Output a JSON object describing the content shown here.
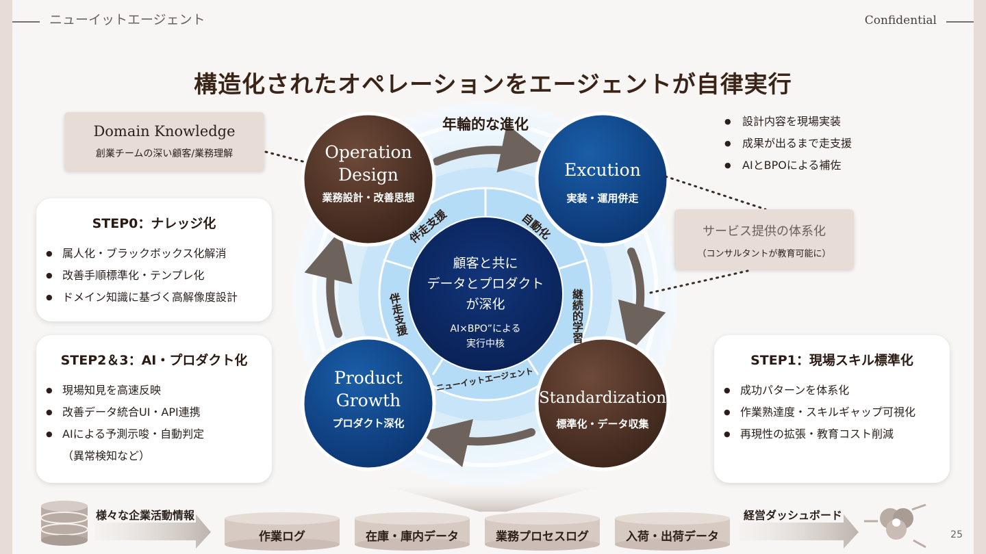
{
  "header": {
    "company": "ニューイットエージェント",
    "confidential": "Confidential"
  },
  "title": "構造化されたオペレーションをエージェントが自律実行",
  "cycle_label": "年輪的な進化",
  "domain_knowledge": {
    "title": "Domain Knowledge",
    "subtitle": "創業チームの深い顧客/業務理解"
  },
  "service": {
    "title": "サービス提供の体系化",
    "subtitle": "（コンサルタントが教育可能に）"
  },
  "execution_bullets": [
    "設計内容を現場実装",
    "成果が出るまで走支援",
    "AIとBPOによる補佐"
  ],
  "step0": {
    "title": "STEP0：ナレッジ化",
    "items": [
      "属人化・ブラックボックス化解消",
      "改善手順標準化・テンプレ化",
      "ドメイン知識に基づく高解像度設計"
    ]
  },
  "step23": {
    "title": "STEP2＆3：AI・プロダクト化",
    "items": [
      "現場知見を高速反映",
      "改善データ統合UI・API連携",
      "AIによる予測示唆・自動判定",
      "（異常検知など）"
    ]
  },
  "step1": {
    "title": "STEP1：現場スキル標準化",
    "items": [
      "成功パターンを体系化",
      "作業熟達度・スキルギャップ可視化",
      "再現性の拡張・教育コスト削減"
    ]
  },
  "circles": {
    "design": {
      "en1": "Operation",
      "en2": "Design",
      "jp": "業務設計・改善思想"
    },
    "exec": {
      "en1": "Excution",
      "jp": "実装・運用併走"
    },
    "std": {
      "en1": "Standardization",
      "jp": "標準化・データ収集"
    },
    "growth": {
      "en1": "Product",
      "en2": "Growth",
      "jp": "プロダクト深化"
    }
  },
  "ring_labels": {
    "top_left": "伴走支援",
    "top_right": "自動化",
    "right": "継続的学習",
    "left": "伴走支援",
    "bottom": "ニューイットエージェント"
  },
  "center": {
    "line1": "顧客と共に",
    "line2": "データとプロダクト",
    "line3": "が深化",
    "sub1": "AI×BPO”による",
    "sub2": "実行中核"
  },
  "bottom": {
    "left_label": "様々な企業活動情報",
    "right_label": "経営ダッシュボード",
    "cylinders": [
      "作業ログ",
      "在庫・庫内データ",
      "業務プロセスログ",
      "入荷・出荷データ"
    ]
  },
  "page_number": "25",
  "colors": {
    "brown": "#5a3a2c",
    "blue": "#0d4a8c",
    "navy": "#0e2a6b",
    "beige": "#e8dcd6"
  }
}
